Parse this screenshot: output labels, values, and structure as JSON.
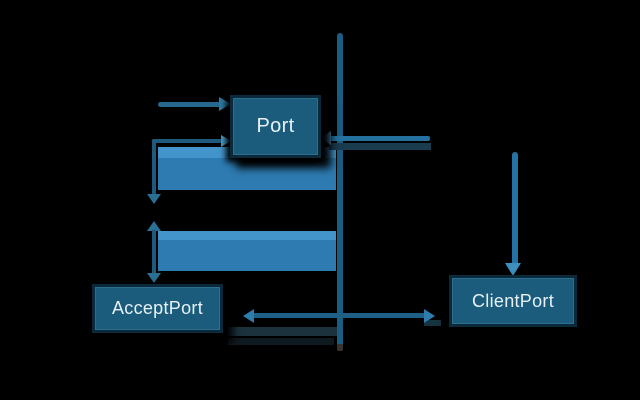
{
  "nodes": {
    "port": {
      "label": "Port"
    },
    "accept_port": {
      "label": "AcceptPort"
    },
    "client_port": {
      "label": "ClientPort"
    }
  },
  "colors": {
    "background": "#000000",
    "node_fill": "#1b5c7c",
    "node_border": "#0a2a3c",
    "node_text": "#e7f1f6",
    "bar_top_strip": "#4394ca",
    "bar_body": "#2d7bb1",
    "connector": "#1f5a7c",
    "connector_bright": "#2573a5",
    "arrowhead_light": "#4a9cc9",
    "lifeline": "#1a5c82",
    "shadow_band": "#1c333d"
  }
}
